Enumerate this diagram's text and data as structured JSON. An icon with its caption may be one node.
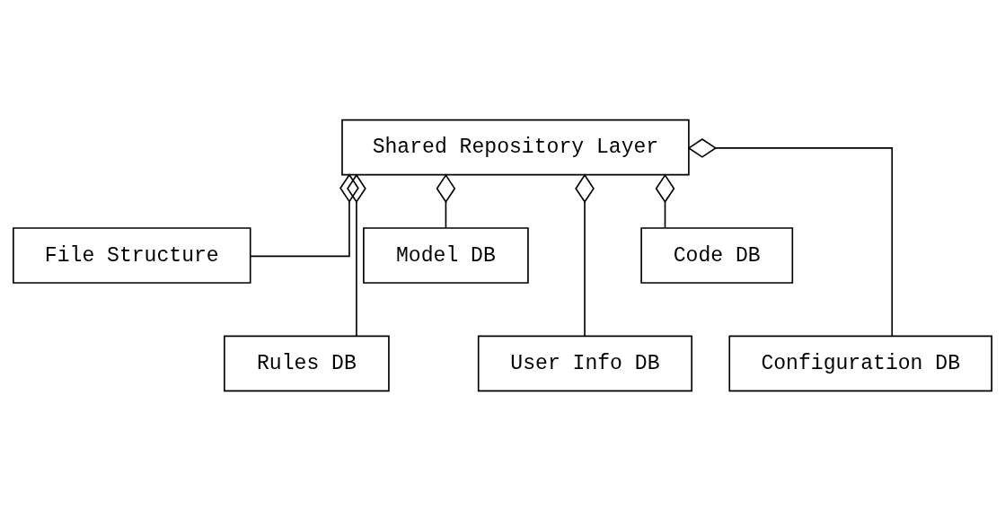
{
  "diagram": {
    "nodes": [
      {
        "text": [
          "Shared Repository Layer"
        ]
      },
      {
        "text": [
          "File Structure"
        ]
      },
      {
        "text": [
          "Rules DB"
        ]
      },
      {
        "text": [
          "Model DB"
        ]
      },
      {
        "text": [
          "User Info DB"
        ]
      },
      {
        "text": [
          "Code DB"
        ]
      },
      {
        "text": [
          "Configuration DB"
        ]
      }
    ],
    "edges": [
      {
        "from": 0,
        "to": 1,
        "arrow": "other"
      },
      {
        "from": 0,
        "to": 2,
        "arrow": "other"
      },
      {
        "from": 0,
        "to": 3,
        "arrow": "other"
      },
      {
        "from": 0,
        "to": 4,
        "arrow": "other"
      },
      {
        "from": 0,
        "to": 5,
        "arrow": "other"
      },
      {
        "from": 0,
        "to": 6,
        "arrow": "other"
      }
    ]
  }
}
